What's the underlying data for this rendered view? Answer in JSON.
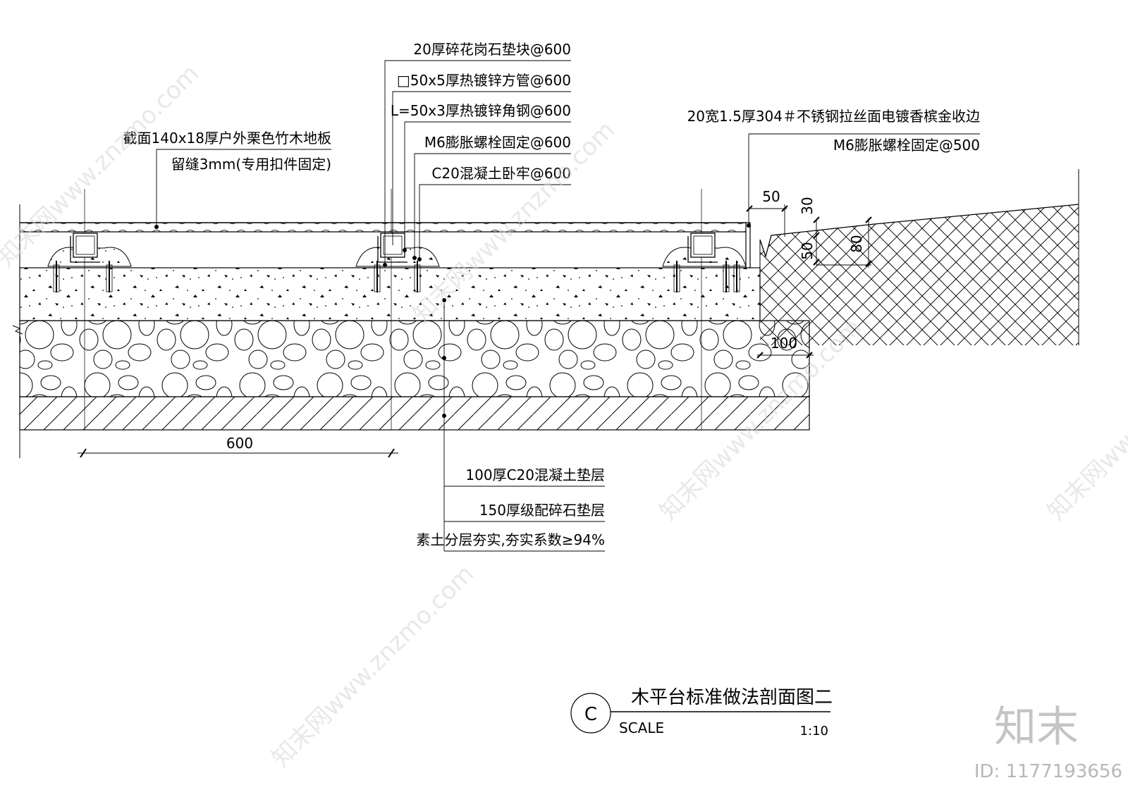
{
  "drawing": {
    "labels_left": [
      "20厚碎花岗石垫块@600",
      "□50x5厚热镀锌方管@600",
      "L=50x3厚热镀锌角钢@600",
      "M6膨胀螺栓固定@600",
      "C20混凝土卧牢@600"
    ],
    "floor_label_1": "截面140x18厚户外栗色竹木地板",
    "floor_label_2": "留缝3mm(专用扣件固定)",
    "edge_label_1": "20宽1.5厚304＃不锈钢拉丝面电镀香槟金收边",
    "edge_label_2": "M6膨胀螺栓固定@500",
    "layer_labels": [
      "100厚C20混凝土垫层",
      "150厚级配碎石垫层",
      "素土分层夯实,夯实系数≥94%"
    ],
    "dims": {
      "d50": "50",
      "d30": "30",
      "d50v": "50",
      "d80": "80",
      "d100": "100",
      "d600": "600"
    }
  },
  "title_block": {
    "mark": "C",
    "title": "木平台标准做法剖面图二",
    "scale_label": "SCALE",
    "scale_value": "1:10"
  },
  "watermark": {
    "text": "知末网www.znzmo.com",
    "logo": "知末",
    "id": "ID: 1177193656"
  }
}
